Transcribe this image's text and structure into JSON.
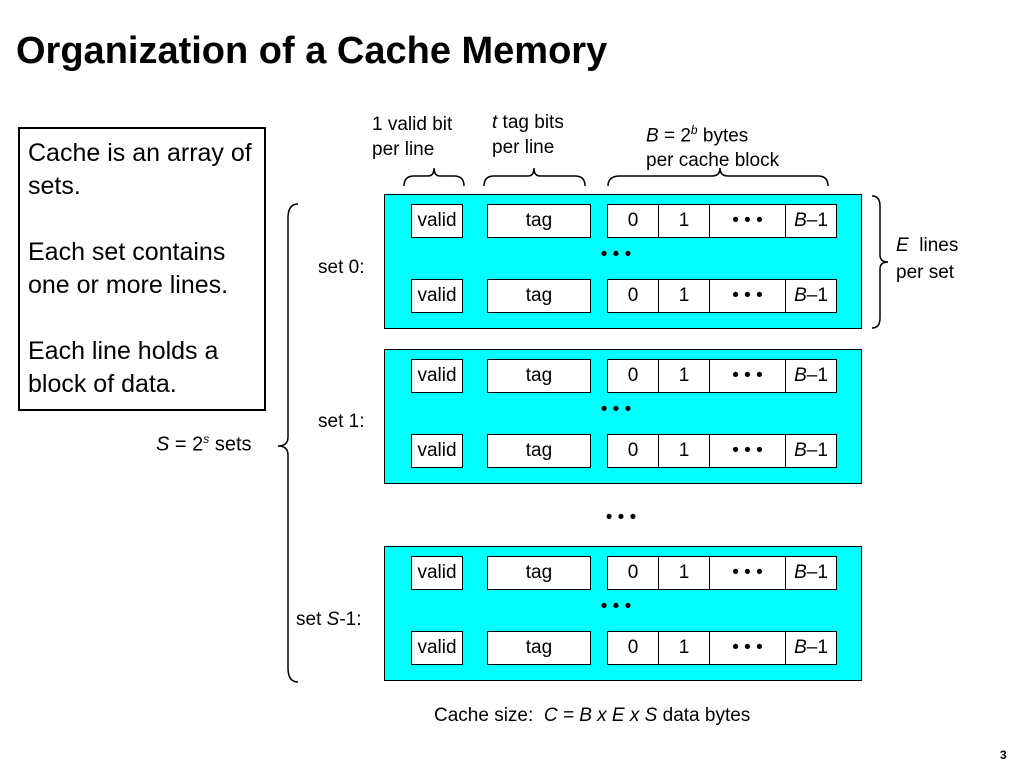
{
  "title": "Organization of a Cache Memory",
  "info_box": {
    "p1": "Cache is an array of sets.",
    "p2": "Each set contains one or more lines.",
    "p3": "Each line holds a block of data."
  },
  "top_labels": {
    "valid": {
      "line1": "1 valid bit",
      "line2": "per line"
    },
    "tag": {
      "var": "t",
      "line1_rest": " tag bits",
      "line2": "per line"
    },
    "block": {
      "var": "B",
      "eq": " = 2",
      "exp": "b",
      "rest": " bytes",
      "line2": "per cache block"
    }
  },
  "cells": {
    "valid": "valid",
    "tag": "tag",
    "b0": "0",
    "b1": "1",
    "dots": "• • •",
    "blast_var": "B",
    "blast_rest": "–1"
  },
  "inner_dots": "• • •",
  "between_sets_dots": "• • •",
  "sets": [
    {
      "label_pre": "set 0:",
      "label_var": "",
      "label_post": ""
    },
    {
      "label_pre": "set 1:",
      "label_var": "",
      "label_post": ""
    },
    {
      "label_pre": "set ",
      "label_var": "S",
      "label_post": "-1:"
    }
  ],
  "sets_count": {
    "var": "S",
    "eq": " = 2",
    "exp": "s",
    "rest": " sets"
  },
  "lines_per_set": {
    "var": "E",
    "line1_rest": "  lines",
    "line2": "per set"
  },
  "cache_size": {
    "prefix": "Cache size:  ",
    "formula": "C = B x E x S",
    "suffix": " data bytes"
  },
  "page_number": "3",
  "colors": {
    "set_fill": "#00ffff",
    "cell_fill": "#ffffff",
    "stroke": "#000000"
  }
}
